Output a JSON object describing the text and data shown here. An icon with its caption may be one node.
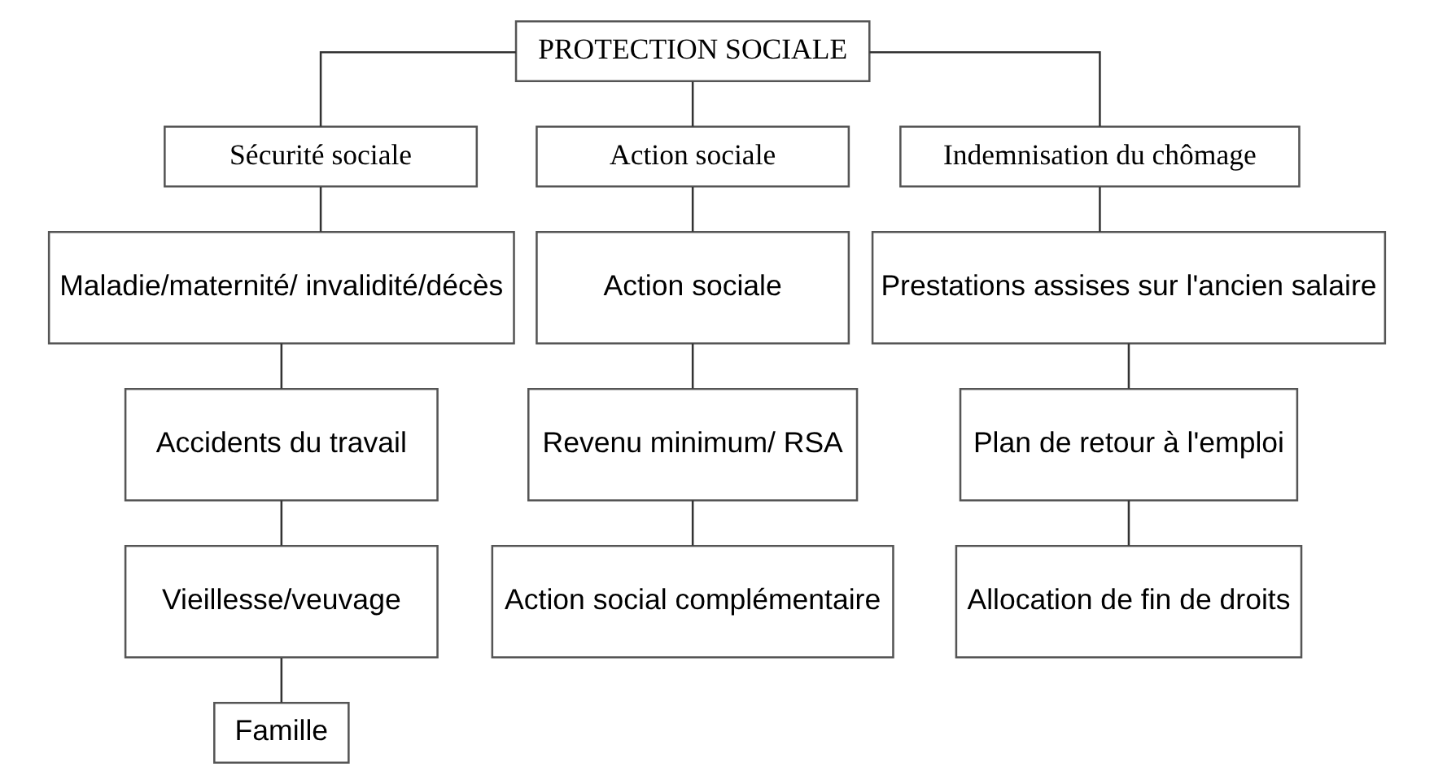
{
  "diagram": {
    "nodes": [
      {
        "text": [
          "PROTECTION SOCIALE"
        ]
      },
      {
        "text": [
          "Sécurité sociale"
        ]
      },
      {
        "text": [
          "Action sociale"
        ]
      },
      {
        "text": [
          "Indemnisation du chômage"
        ]
      },
      {
        "text": [
          "Maladie/maternité/ invalidité/décès"
        ]
      },
      {
        "text": [
          "Accidents du travail"
        ]
      },
      {
        "text": [
          "Vieillesse/veuvage"
        ]
      },
      {
        "text": [
          "Famille"
        ]
      },
      {
        "text": [
          "Action sociale"
        ]
      },
      {
        "text": [
          "Revenu minimum/ RSA"
        ]
      },
      {
        "text": [
          "Action social complémentaire"
        ]
      },
      {
        "text": [
          "Prestations assises sur l'ancien salaire"
        ]
      },
      {
        "text": [
          "Plan de retour à l'emploi"
        ]
      },
      {
        "text": [
          "Allocation de fin de droits"
        ]
      }
    ],
    "edges": [
      {
        "from": 0,
        "to": 1,
        "arrow": "none"
      },
      {
        "from": 0,
        "to": 2,
        "arrow": "none"
      },
      {
        "from": 0,
        "to": 3,
        "arrow": "none"
      },
      {
        "from": 1,
        "to": 4,
        "arrow": "none"
      },
      {
        "from": 4,
        "to": 5,
        "arrow": "none"
      },
      {
        "from": 5,
        "to": 6,
        "arrow": "none"
      },
      {
        "from": 6,
        "to": 7,
        "arrow": "none"
      },
      {
        "from": 2,
        "to": 8,
        "arrow": "none"
      },
      {
        "from": 8,
        "to": 9,
        "arrow": "none"
      },
      {
        "from": 9,
        "to": 10,
        "arrow": "none"
      },
      {
        "from": 3,
        "to": 11,
        "arrow": "none"
      },
      {
        "from": 11,
        "to": 12,
        "arrow": "none"
      },
      {
        "from": 12,
        "to": 13,
        "arrow": "none"
      }
    ]
  }
}
